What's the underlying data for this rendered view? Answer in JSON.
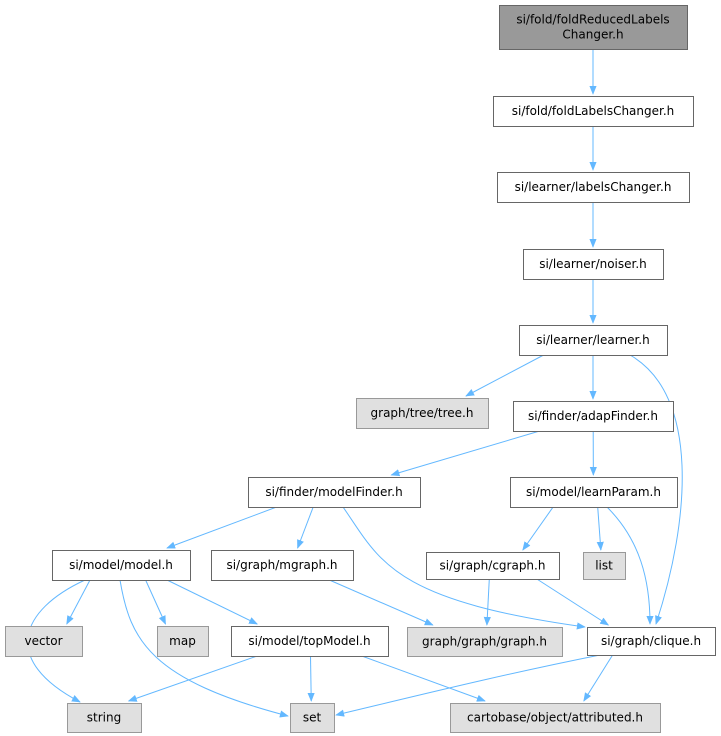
{
  "graph": {
    "nodes": [
      {
        "id": "n1",
        "lines": [
          "si/fold/foldReducedLabels",
          "Changer.h"
        ],
        "kind": "root"
      },
      {
        "id": "n2",
        "lines": [
          "si/fold/foldLabelsChanger.h"
        ],
        "kind": "doc"
      },
      {
        "id": "n3",
        "lines": [
          "si/learner/labelsChanger.h"
        ],
        "kind": "doc"
      },
      {
        "id": "n4",
        "lines": [
          "si/learner/noiser.h"
        ],
        "kind": "doc"
      },
      {
        "id": "n5",
        "lines": [
          "si/learner/learner.h"
        ],
        "kind": "doc"
      },
      {
        "id": "n6",
        "lines": [
          "graph/tree/tree.h"
        ],
        "kind": "ext"
      },
      {
        "id": "n7",
        "lines": [
          "si/finder/adapFinder.h"
        ],
        "kind": "doc"
      },
      {
        "id": "n8",
        "lines": [
          "si/finder/modelFinder.h"
        ],
        "kind": "doc"
      },
      {
        "id": "n9",
        "lines": [
          "si/model/learnParam.h"
        ],
        "kind": "doc"
      },
      {
        "id": "n10",
        "lines": [
          "si/model/model.h"
        ],
        "kind": "doc"
      },
      {
        "id": "n11",
        "lines": [
          "si/graph/mgraph.h"
        ],
        "kind": "doc"
      },
      {
        "id": "n12",
        "lines": [
          "si/graph/cgraph.h"
        ],
        "kind": "doc"
      },
      {
        "id": "n13",
        "lines": [
          "list"
        ],
        "kind": "ext"
      },
      {
        "id": "n14",
        "lines": [
          "vector"
        ],
        "kind": "ext"
      },
      {
        "id": "n15",
        "lines": [
          "map"
        ],
        "kind": "ext"
      },
      {
        "id": "n16",
        "lines": [
          "si/model/topModel.h"
        ],
        "kind": "doc"
      },
      {
        "id": "n17",
        "lines": [
          "graph/graph/graph.h"
        ],
        "kind": "ext"
      },
      {
        "id": "n18",
        "lines": [
          "si/graph/clique.h"
        ],
        "kind": "doc"
      },
      {
        "id": "n19",
        "lines": [
          "string"
        ],
        "kind": "ext"
      },
      {
        "id": "n20",
        "lines": [
          "set"
        ],
        "kind": "ext"
      },
      {
        "id": "n21",
        "lines": [
          "cartobase/object/attributed.h"
        ],
        "kind": "ext"
      }
    ],
    "edges": [
      [
        "n1",
        "n2"
      ],
      [
        "n2",
        "n3"
      ],
      [
        "n3",
        "n4"
      ],
      [
        "n4",
        "n5"
      ],
      [
        "n5",
        "n6"
      ],
      [
        "n5",
        "n7"
      ],
      [
        "n5",
        "n18"
      ],
      [
        "n7",
        "n8"
      ],
      [
        "n7",
        "n9"
      ],
      [
        "n8",
        "n10"
      ],
      [
        "n8",
        "n11"
      ],
      [
        "n8",
        "n18"
      ],
      [
        "n9",
        "n12"
      ],
      [
        "n9",
        "n13"
      ],
      [
        "n9",
        "n18"
      ],
      [
        "n10",
        "n14"
      ],
      [
        "n10",
        "n15"
      ],
      [
        "n10",
        "n16"
      ],
      [
        "n10",
        "n19"
      ],
      [
        "n10",
        "n20"
      ],
      [
        "n11",
        "n17"
      ],
      [
        "n12",
        "n17"
      ],
      [
        "n12",
        "n18"
      ],
      [
        "n16",
        "n19"
      ],
      [
        "n16",
        "n20"
      ],
      [
        "n16",
        "n21"
      ],
      [
        "n18",
        "n20"
      ],
      [
        "n18",
        "n21"
      ]
    ],
    "colors": {
      "edge": "#63b8ff",
      "root_fill": "#999999",
      "ext_fill": "#e0e0e0"
    }
  }
}
